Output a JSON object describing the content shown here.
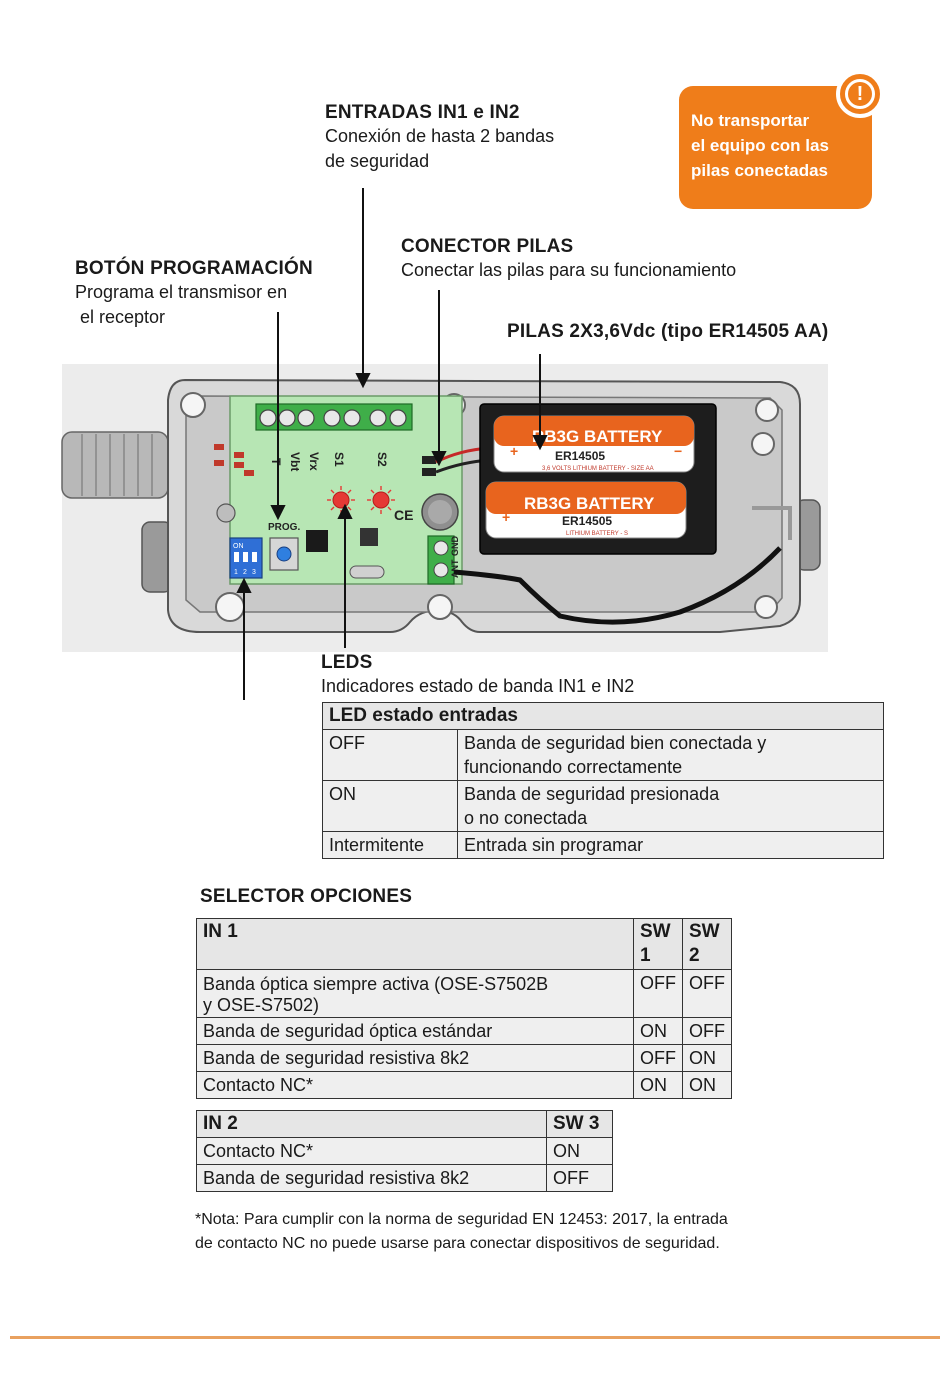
{
  "callouts": {
    "entradas": {
      "title": "ENTRADAS IN1 e IN2",
      "line1": "Conexión de hasta 2 bandas",
      "line2": "de seguridad"
    },
    "boton": {
      "title": "BOTÓN PROGRAMACIÓN",
      "line1": "Programa el transmisor en",
      "line2": " el receptor"
    },
    "conector": {
      "title": "CONECTOR PILAS",
      "line1": "Conectar las pilas para su funcionamiento"
    },
    "pilas": {
      "title": "PILAS 2X3,6Vdc (tipo ER14505 AA)"
    },
    "leds": {
      "title": "LEDS",
      "line1": "Indicadores estado de banda IN1 e IN2"
    },
    "selector": {
      "title": "SELECTOR OPCIONES"
    }
  },
  "warning": {
    "line1": "No transportar",
    "line2": "el equipo con las",
    "line3": "pilas conectadas",
    "icon": "exclamation-icon"
  },
  "device": {
    "terminal_labels": [
      "T",
      "Vbt",
      "Vrx",
      "S1",
      "S2"
    ],
    "prog_label": "PROG.",
    "dip_label": "ON",
    "dip_numbers": [
      "1",
      "2",
      "3"
    ],
    "ant_labels": [
      "ANT",
      "GND"
    ],
    "battery1": {
      "brand": "RB3G BATTERY",
      "model": "ER14505",
      "spec": "3,6 VOLTS LITHIUM BATTERY - SIZE AA"
    },
    "battery2": {
      "brand": "RB3G BATTERY",
      "model": "ER14505",
      "spec": "LITHIUM BATTERY - S"
    }
  },
  "led_table": {
    "header": "LED estado entradas",
    "rows": [
      {
        "state": "OFF",
        "desc1": "Banda de seguridad bien conectada y",
        "desc2": "funcionando correctamente"
      },
      {
        "state": "ON",
        "desc1": "Banda de seguridad presionada",
        "desc2": "o no conectada"
      },
      {
        "state": "Intermitente",
        "desc1": "Entrada sin programar"
      }
    ]
  },
  "in1_table": {
    "headers": [
      "IN 1",
      "SW 1",
      "SW 2"
    ],
    "rows": [
      {
        "label1": "Banda óptica siempre activa (OSE-S7502B",
        "label2": "y OSE-S7502)",
        "sw1": "OFF",
        "sw2": "OFF"
      },
      {
        "label1": "Banda de seguridad óptica estándar",
        "sw1": "ON",
        "sw2": "OFF"
      },
      {
        "label1": "Banda de seguridad resistiva 8k2",
        "sw1": "OFF",
        "sw2": "ON"
      },
      {
        "label1": "Contacto NC*",
        "sw1": "ON",
        "sw2": "ON"
      }
    ]
  },
  "in2_table": {
    "headers": [
      "IN 2",
      "SW 3"
    ],
    "rows": [
      {
        "label": "Contacto NC*",
        "sw3": "ON"
      },
      {
        "label": "Banda de seguridad resistiva 8k2",
        "sw3": "OFF"
      }
    ]
  },
  "note": {
    "line1": "*Nota: Para cumplir con la norma de seguridad EN 12453: 2017, la entrada",
    "line2": "de contacto NC no puede usarse para conectar dispositivos de seguridad."
  },
  "colors": {
    "accent": "#ef7d1a",
    "pcb": "#b7e6b4",
    "battery": "#e8641e",
    "rule": "#e9a15f"
  }
}
